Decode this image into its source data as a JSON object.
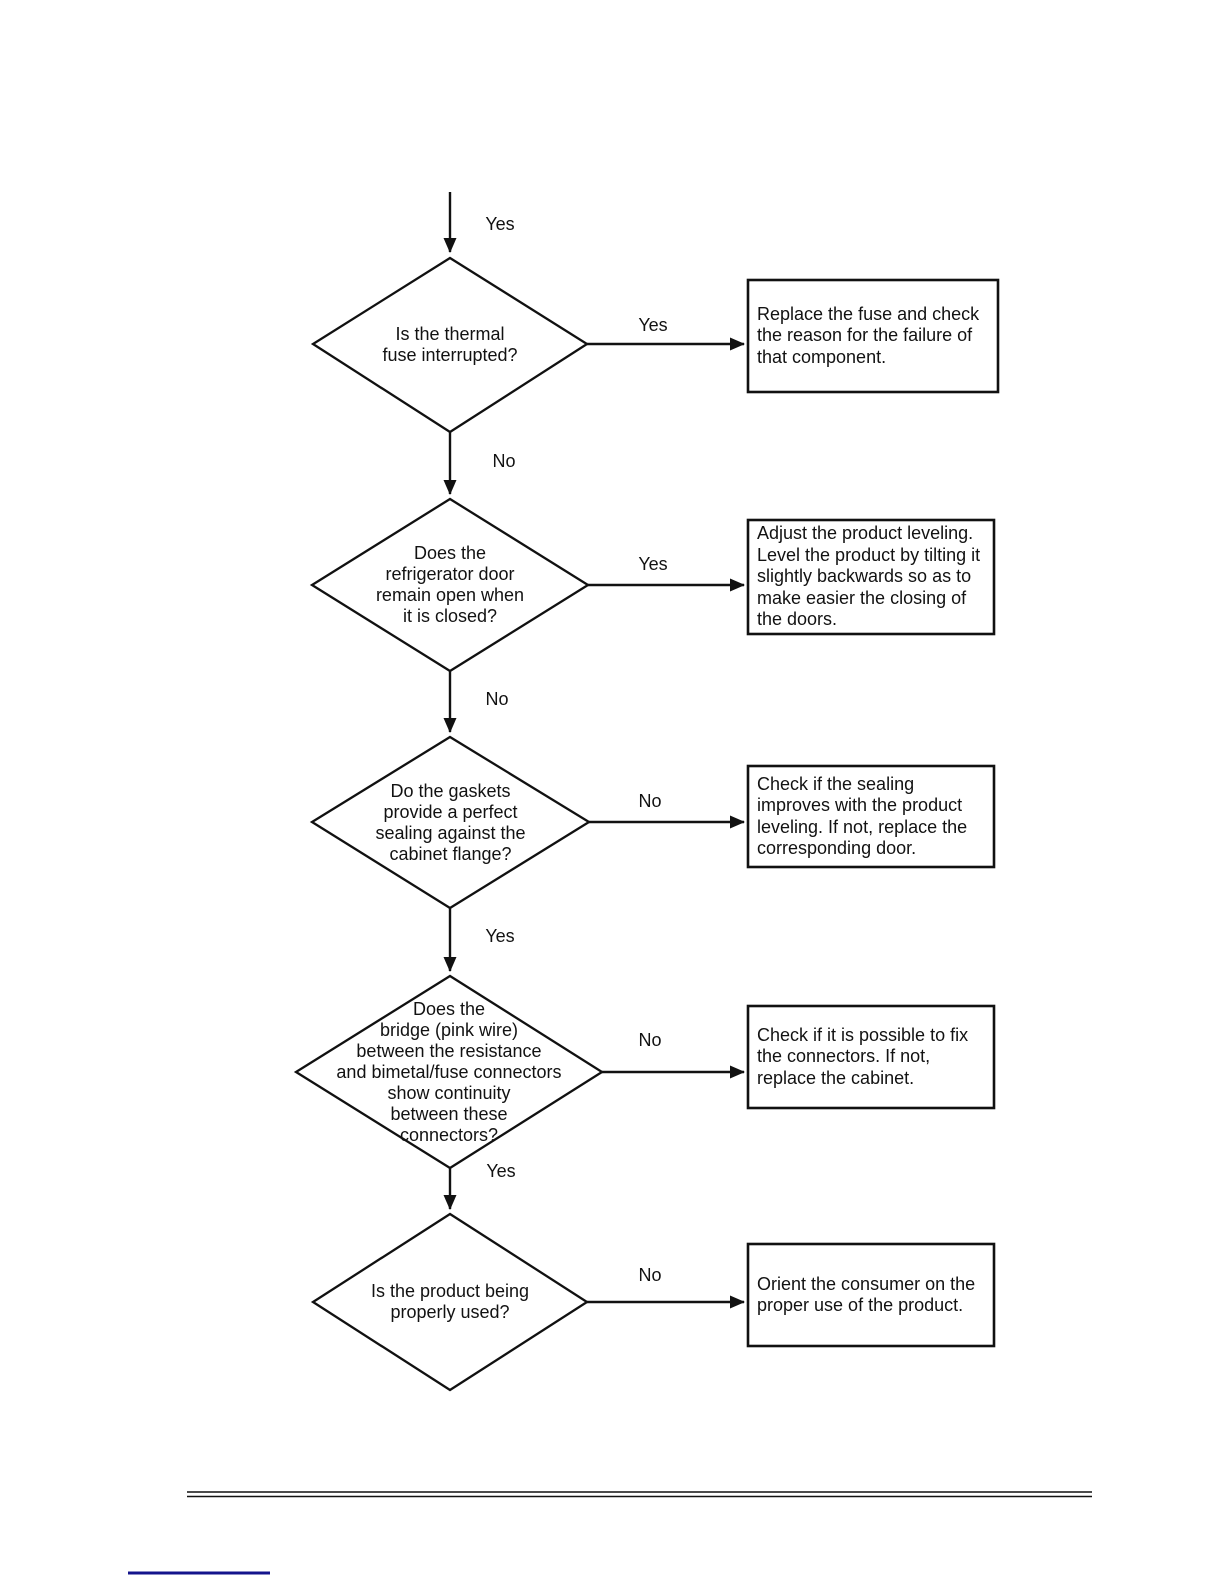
{
  "flowchart": {
    "entry_label": "Yes",
    "nodes": [
      {
        "question": "Is the thermal\nfuse interrupted?",
        "branch_label": "Yes",
        "action": "Replace the fuse and check\nthe reason for the failure of\nthat component.",
        "down_label": "No"
      },
      {
        "question": "Does the\nrefrigerator door\nremain open when\nit is closed?",
        "branch_label": "Yes",
        "action": "Adjust the product leveling.\nLevel the product by tilting it\nslightly backwards so as to\nmake easier the closing of\nthe doors.",
        "down_label": "No"
      },
      {
        "question": "Do the gaskets\nprovide a perfect\nsealing against the\ncabinet flange?",
        "branch_label": "No",
        "action": "Check if the sealing\nimproves with the product\nleveling. If not, replace the\ncorresponding door.",
        "down_label": "Yes"
      },
      {
        "question": "Does the\nbridge (pink wire)\nbetween the resistance\nand bimetal/fuse connectors\nshow continuity\nbetween these\nconnectors?",
        "branch_label": "No",
        "action": "Check if it is possible to fix\nthe connectors. If not,\nreplace the cabinet.",
        "down_label": "Yes"
      },
      {
        "question": "Is the product being\nproperly used?",
        "branch_label": "No",
        "action": "Orient the consumer on the\nproper use of the product."
      }
    ],
    "colors": {
      "stroke": "#111111",
      "accent_rule": "#14148C"
    }
  }
}
